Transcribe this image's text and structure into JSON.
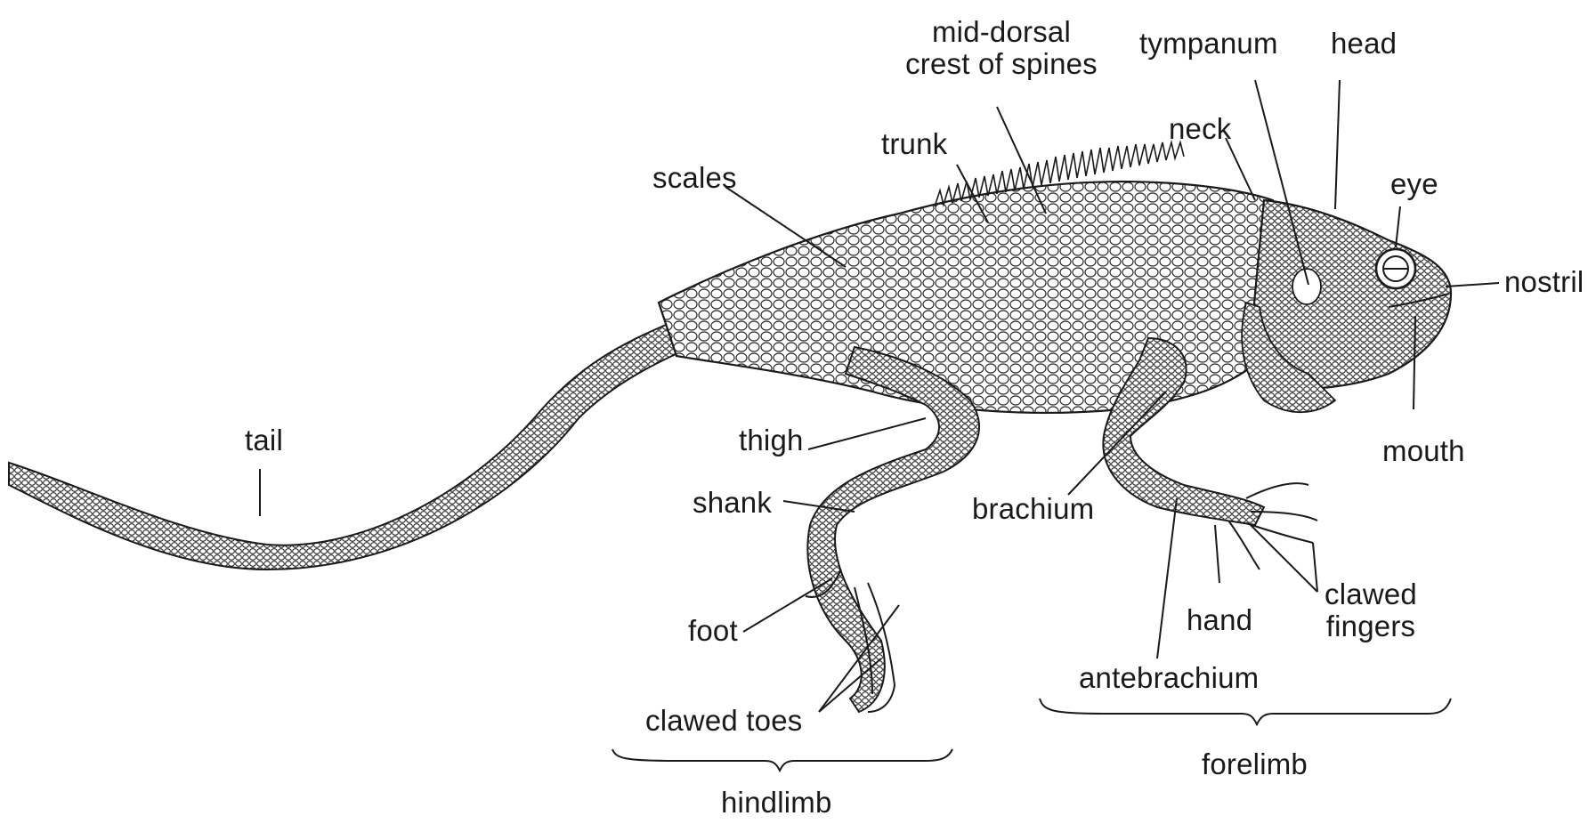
{
  "labels": {
    "crest_line1": "mid-dorsal",
    "crest_line2": "crest of spines",
    "tympanum": "tympanum",
    "head": "head",
    "neck": "neck",
    "trunk": "trunk",
    "scales": "scales",
    "eye": "eye",
    "nostril": "nostril",
    "tail": "tail",
    "thigh": "thigh",
    "shank": "shank",
    "brachium": "brachium",
    "mouth": "mouth",
    "foot": "foot",
    "hand": "hand",
    "clawed_fingers_line1": "clawed",
    "clawed_fingers_line2": "fingers",
    "antebrachium": "antebrachium",
    "clawed_toes": "clawed toes",
    "hindlimb": "hindlimb",
    "forelimb": "forelimb"
  }
}
